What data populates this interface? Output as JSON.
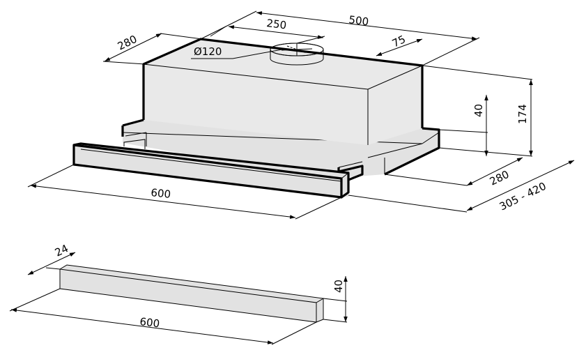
{
  "hood": {
    "dim_width_top": "500",
    "dim_spigot_offset": "250",
    "dim_depth_top": "280",
    "dim_spigot_diameter": "Ø120",
    "dim_spigot_back": "75",
    "dim_height_total": "174",
    "dim_drawer_height": "40",
    "dim_depth_base": "280",
    "dim_depth_extended": "305 - 420",
    "dim_width_front": "600"
  },
  "trim_panel": {
    "dim_depth": "24",
    "dim_height": "40",
    "dim_width": "600"
  }
}
